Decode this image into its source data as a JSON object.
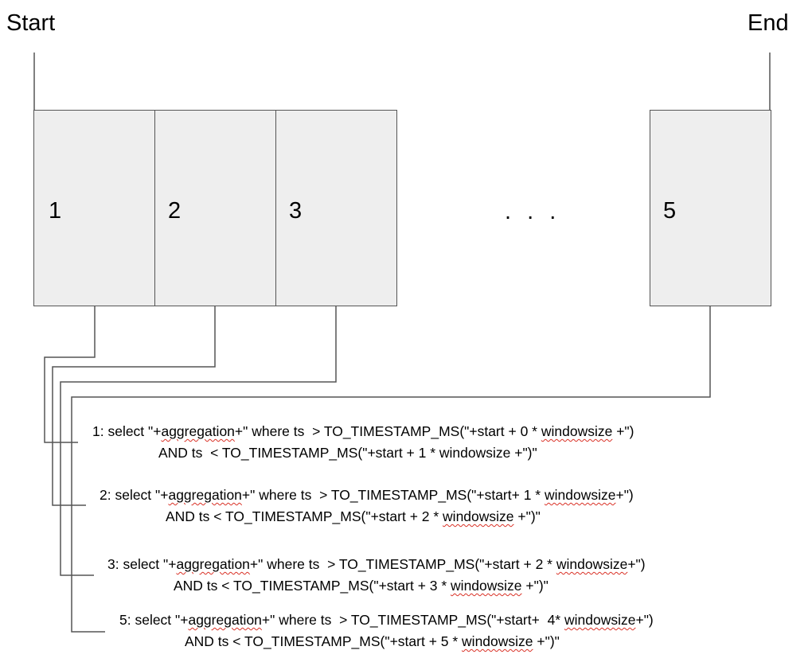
{
  "labels": {
    "start": "Start",
    "end": "End"
  },
  "boxes": [
    "1",
    "2",
    "3",
    "5"
  ],
  "ellipsis": ". . .",
  "queries": [
    {
      "line1": {
        "pre": "1: select \"+",
        "w1": "aggregation",
        "mid": "+\" where ts  > TO_TIMESTAMP_MS(\"+start + 0 * ",
        "w2": "windowsize",
        "post": " +\")"
      },
      "line2": {
        "pre": "AND ts  < TO_TIMESTAMP_MS(\"+start + 1 * windowsize +\")\"",
        "w": "",
        "post": ""
      }
    },
    {
      "line1": {
        "pre": "2: select \"+",
        "w1": "aggregation",
        "mid": "+\" where ts  > TO_TIMESTAMP_MS(\"+start+ 1 * ",
        "w2": "windowsize",
        "post": "+\")"
      },
      "line2": {
        "pre": "AND ts < TO_TIMESTAMP_MS(\"+start + 2 * ",
        "w": "windowsize",
        "post": " +\")\""
      }
    },
    {
      "line1": {
        "pre": "3: select \"+",
        "w1": "aggregation",
        "mid": "+\" where ts  > TO_TIMESTAMP_MS(\"+start + 2 * ",
        "w2": "windowsize",
        "post": "+\")"
      },
      "line2": {
        "pre": "AND ts < TO_TIMESTAMP_MS(\"+start + 3 * ",
        "w": "windowsize",
        "post": " +\")\""
      }
    },
    {
      "line1": {
        "pre": "5: select \"+",
        "w1": "aggregation",
        "mid": "+\" where ts  > TO_TIMESTAMP_MS(\"+start+  4* ",
        "w2": "windowsize",
        "post": "+\")"
      },
      "line2": {
        "pre": "AND ts < TO_TIMESTAMP_MS(\"+start + 5 * ",
        "w": "windowsize",
        "post": " +\")\""
      }
    }
  ]
}
